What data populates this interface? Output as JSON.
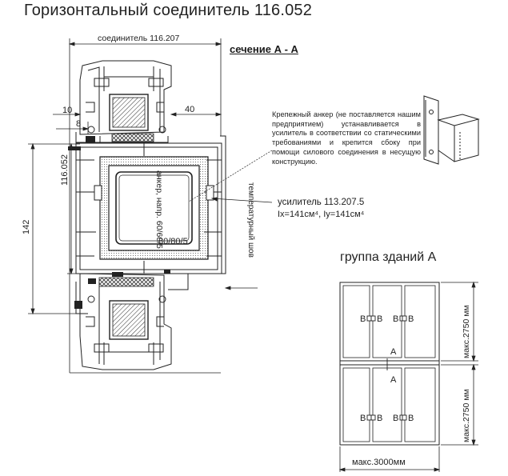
{
  "title": "Горизонтальный соединитель 116.052",
  "section_label": "сечение А - А",
  "connector_label": "соединитель 116.207",
  "dimensions": {
    "d10": "10",
    "d40": "40",
    "d8": "8",
    "d142": "142",
    "connector_height": "116.052"
  },
  "anchor_label": "анкер, напр. 60/60/5",
  "profile_label": "80/80/5",
  "seam_label": "температурный шов",
  "reinforcement": {
    "name": "усилитель 113.207.5",
    "inertia": "Ix=141см⁴, Iy=141см⁴"
  },
  "anchor_note": "Крепежный анкер (не поставляется нашим предприятием) устанавливается в усилитель в соответствии со статическими требованиями и крепится сбоку при помощи силового соединения в несущую конструкцию.",
  "building_group": {
    "title": "группа зданий А",
    "label_b": "B",
    "label_a": "A",
    "max_height": "макс.2750 мм",
    "max_width": "макс.3000мм"
  }
}
